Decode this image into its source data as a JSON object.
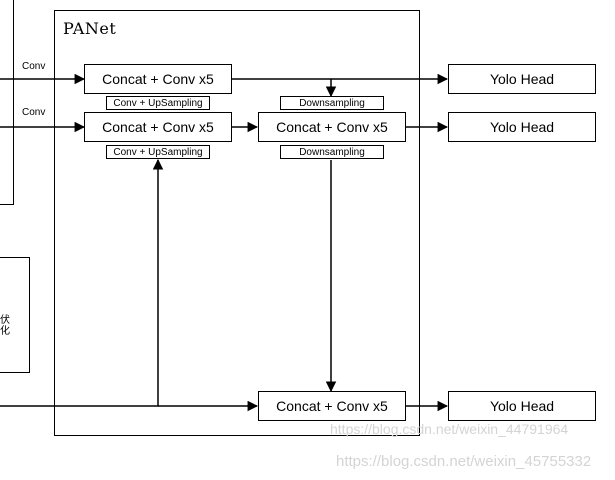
{
  "panel": {
    "title": "PANet"
  },
  "edge_labels": {
    "conv_top": "Conv",
    "conv_mid": "Conv"
  },
  "left_block": {
    "text_line1": "伏",
    "text_line2": "化"
  },
  "nodes": {
    "concat_top_left": "Concat + Conv x5",
    "concat_mid_left": "Concat + Conv x5",
    "concat_mid_right": "Concat + Conv x5",
    "concat_bottom": "Concat + Conv x5"
  },
  "ops": {
    "upsampling_1": "Conv + UpSampling",
    "upsampling_2": "Conv + UpSampling",
    "downsampling_1": "Downsampling",
    "downsampling_2": "Downsampling"
  },
  "heads": {
    "head_1": "Yolo Head",
    "head_2": "Yolo Head",
    "head_3": "Yolo Head"
  },
  "watermarks": {
    "inner": "https://blog.csdn.net/weixin_44791964",
    "outer": "https://blog.csdn.net/weixin_45755332"
  }
}
